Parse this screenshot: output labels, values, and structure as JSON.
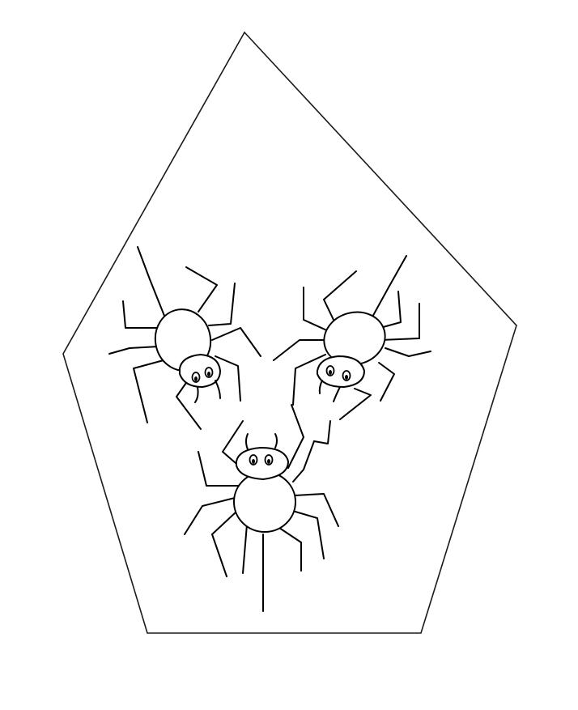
{
  "drawing": {
    "stroke_color": "#000000",
    "background_color": "#ffffff",
    "frame_shape": "pentagon",
    "subject": "spider",
    "spider_count": 3
  }
}
